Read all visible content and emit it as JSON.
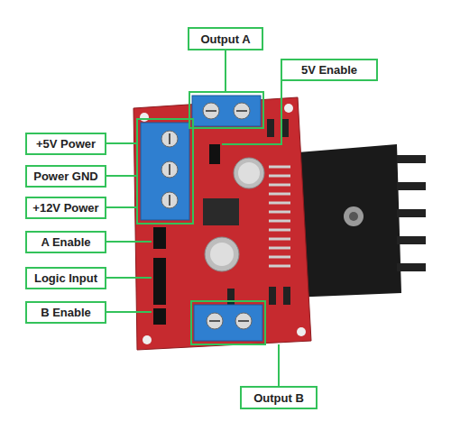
{
  "diagram": {
    "nodes": [
      {
        "text": [
          "Output A"
        ]
      },
      {
        "text": [
          "5V Enable"
        ]
      },
      {
        "text": [
          "+5V Power"
        ]
      },
      {
        "text": [
          "Power GND"
        ]
      },
      {
        "text": [
          "+12V Power"
        ]
      },
      {
        "text": [
          "A Enable"
        ]
      },
      {
        "text": [
          "Logic Input"
        ]
      },
      {
        "text": [
          "B Enable"
        ]
      },
      {
        "text": [
          "Output B"
        ]
      }
    ]
  }
}
